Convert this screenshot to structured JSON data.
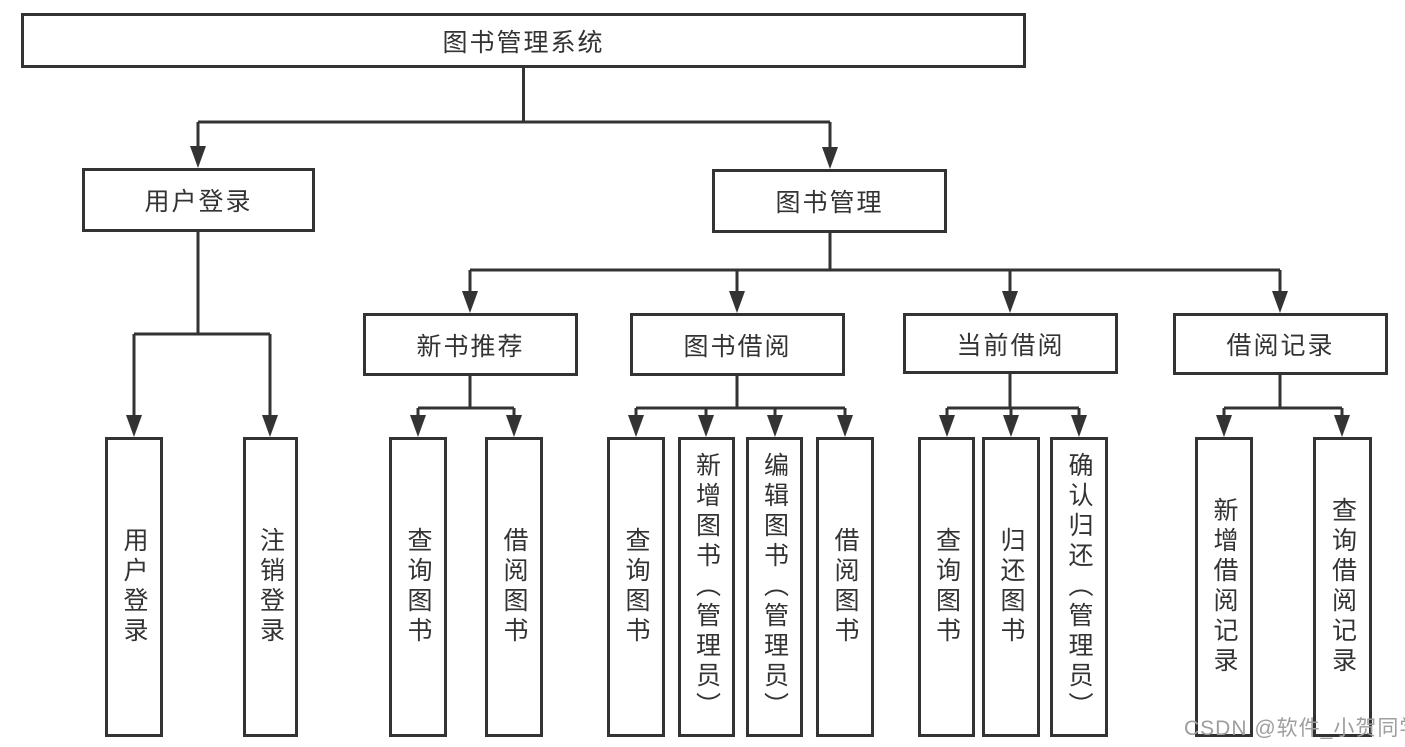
{
  "diagram": {
    "root": {
      "label": "图书管理系统"
    },
    "branches": [
      {
        "label": "用户登录",
        "children": [
          {
            "label": "用户登录"
          },
          {
            "label": "注销登录"
          }
        ]
      },
      {
        "label": "图书管理",
        "children": [
          {
            "label": "新书推荐",
            "children": [
              {
                "label": "查询图书"
              },
              {
                "label": "借阅图书"
              }
            ]
          },
          {
            "label": "图书借阅",
            "children": [
              {
                "label": "查询图书"
              },
              {
                "label": "新增图书（管理员）"
              },
              {
                "label": "编辑图书（管理员）"
              },
              {
                "label": "借阅图书"
              }
            ]
          },
          {
            "label": "当前借阅",
            "children": [
              {
                "label": "查询图书"
              },
              {
                "label": "归还图书"
              },
              {
                "label": "确认归还（管理员）"
              }
            ]
          },
          {
            "label": "借阅记录",
            "children": [
              {
                "label": "新增借阅记录"
              },
              {
                "label": "查询借阅记录"
              }
            ]
          }
        ]
      }
    ]
  },
  "watermark": {
    "text": "CSDN @软件_小贺同学"
  },
  "colors": {
    "line": "#333333",
    "box_border": "#333333",
    "box_bg": "#ffffff",
    "text": "#333333",
    "watermark": "#9e9e9e"
  }
}
